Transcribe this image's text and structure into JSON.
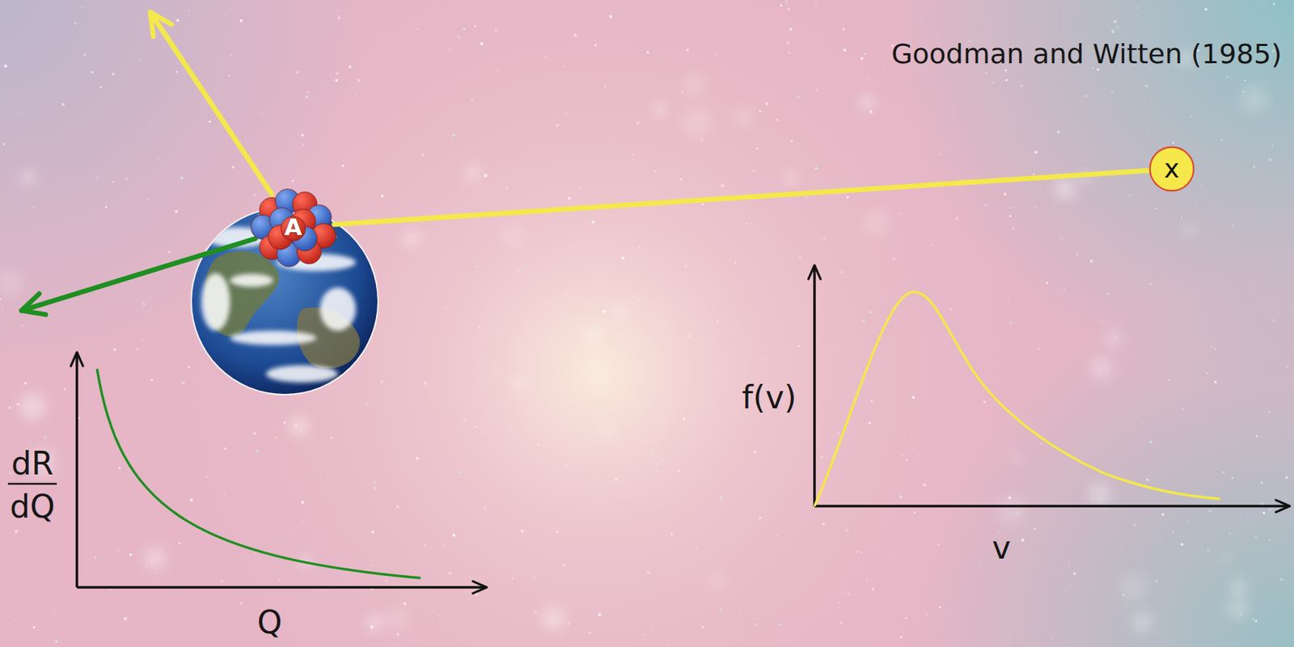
{
  "diagram": {
    "nodes": [
      {
        "text": [
          "x"
        ]
      },
      {
        "text": [
          "A"
        ]
      }
    ],
    "edges": [
      {
        "from": 0,
        "to": 1,
        "arrow": "none"
      }
    ],
    "labels": [
      "Goodman and Witten (1985)",
      "dR",
      "dQ",
      "Q",
      "f(v)",
      "v"
    ]
  }
}
